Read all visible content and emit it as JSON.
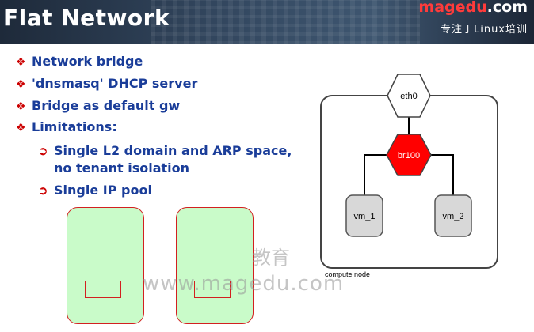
{
  "header": {
    "title": "Flat Network",
    "brand_part1": "magedu",
    "brand_part2": ".com",
    "tagline": "专注于Linux培训"
  },
  "bullets": [
    "Network bridge",
    "'dnsmasq' DHCP server",
    "Bridge as default gw",
    "Limitations:"
  ],
  "sub_bullets": [
    [
      "Single L2 domain and ARP space,",
      "no tenant isolation"
    ],
    [
      "Single IP pool"
    ]
  ],
  "diagram": {
    "top_node": "eth0",
    "bridge_node": "br100",
    "vm_left": "vm_1",
    "vm_right": "vm_2",
    "container_label": "compute node",
    "colors": {
      "bridge": "#ff0000",
      "vm": "#d8d8d8",
      "container_border": "#444444"
    }
  },
  "watermark": {
    "cn": "教育",
    "url": "www.magedu.com"
  }
}
